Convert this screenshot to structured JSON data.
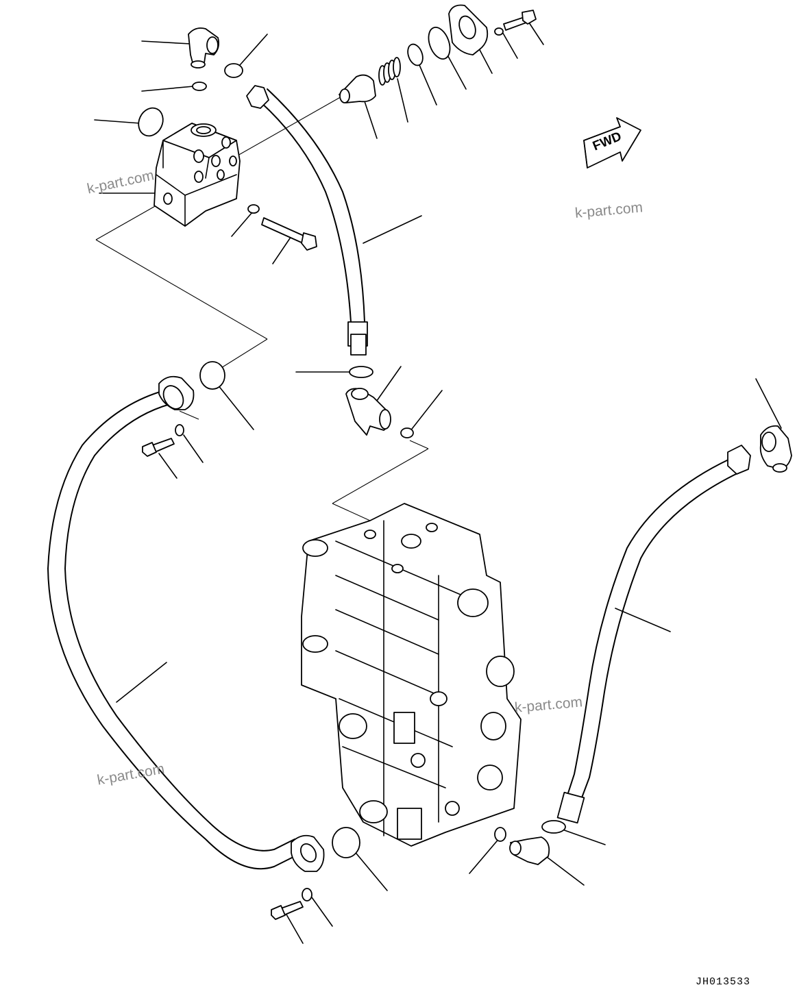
{
  "diagram": {
    "drawing_code": "JH013533",
    "direction_arrow_label": "FWD",
    "watermarks": [
      "k-part.com",
      "k-part.com",
      "k-part.com",
      "k-part.com"
    ],
    "line_color": "#000000",
    "watermark_color": "#8a8a8a"
  }
}
